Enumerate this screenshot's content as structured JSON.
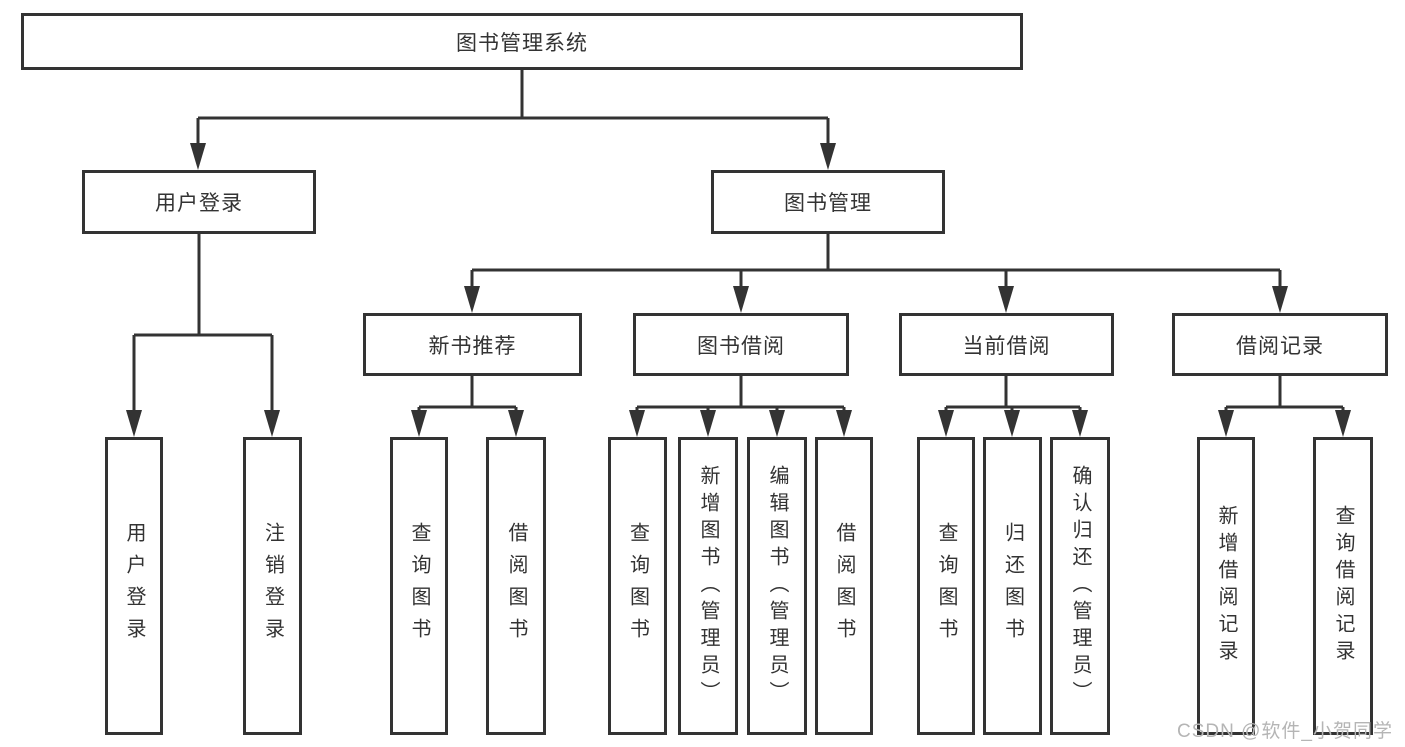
{
  "title": "图书管理系统",
  "level2": [
    "用户登录",
    "图书管理"
  ],
  "level3": [
    "新书推荐",
    "图书借阅",
    "当前借阅",
    "借阅记录"
  ],
  "leaves": [
    "用户登录",
    "注销登录",
    "查询图书",
    "借阅图书",
    "查询图书",
    "新增图书（管理员）",
    "编辑图书（管理员）",
    "借阅图书",
    "查询图书",
    "归还图书",
    "确认归还（管理员）",
    "新增借阅记录",
    "查询借阅记录"
  ],
  "watermark": "CSDN @软件_小贺同学",
  "colors": {
    "line": "#333333",
    "text": "#333333",
    "watermark": "#b5b5b5",
    "background": "#ffffff"
  }
}
